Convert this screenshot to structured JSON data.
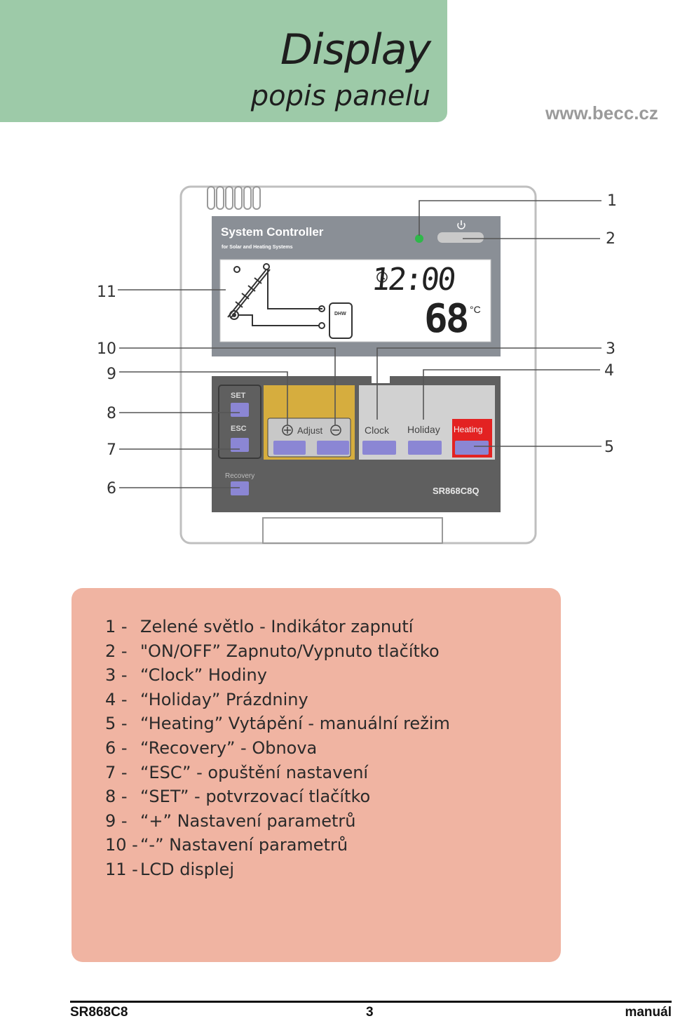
{
  "header": {
    "title": "Display",
    "subtitle": "popis panelu",
    "website": "www.becc.cz"
  },
  "device": {
    "brand_title": "System Controller",
    "brand_subtitle": "for Solar and Heating Systems",
    "lcd_time": "12:00",
    "lcd_temp": "68",
    "lcd_temp_unit": "°C",
    "lcd_tank_label": "DHW",
    "buttons": {
      "set": "SET",
      "esc": "ESC",
      "adjust": "Adjust",
      "clock": "Clock",
      "holiday": "Holiday",
      "heating": "Heating",
      "recovery": "Recovery"
    },
    "model": "SR868C8Q",
    "colors": {
      "panel_gray": "#5f5f5f",
      "button_purple": "#8b86d4",
      "power_led": "#2fb84a",
      "adjust_yellow": "#d6ad3e",
      "heating_red": "#e32222"
    }
  },
  "callouts": [
    "1",
    "2",
    "3",
    "4",
    "5",
    "6",
    "7",
    "8",
    "9",
    "10",
    "11"
  ],
  "legend": [
    {
      "num": "1 -",
      "text": "Zelené světlo - Indikátor zapnutí"
    },
    {
      "num": "2 -",
      "text": "\"ON/OFF” Zapnuto/Vypnuto tlačítko"
    },
    {
      "num": "3 -",
      "text": "“Clock” Hodiny"
    },
    {
      "num": "4 -",
      "text": "“Holiday” Prázdniny"
    },
    {
      "num": "5 -",
      "text": "“Heating” Vytápění - manuální režim"
    },
    {
      "num": "6 -",
      "text": "“Recovery” - Obnova"
    },
    {
      "num": "7 -",
      "text": "“ESC” - opuštění nastavení"
    },
    {
      "num": "8 -",
      "text": "“SET” - potvrzovací tlačítko"
    },
    {
      "num": "9 -",
      "text": "“+”  Nastavení parametrů"
    },
    {
      "num": "10 -",
      "text": "“-” Nastavení parametrů"
    },
    {
      "num": "11 -",
      "text": "LCD displej"
    }
  ],
  "footer": {
    "left": "SR868C8",
    "page": "3",
    "right": "manuál"
  }
}
